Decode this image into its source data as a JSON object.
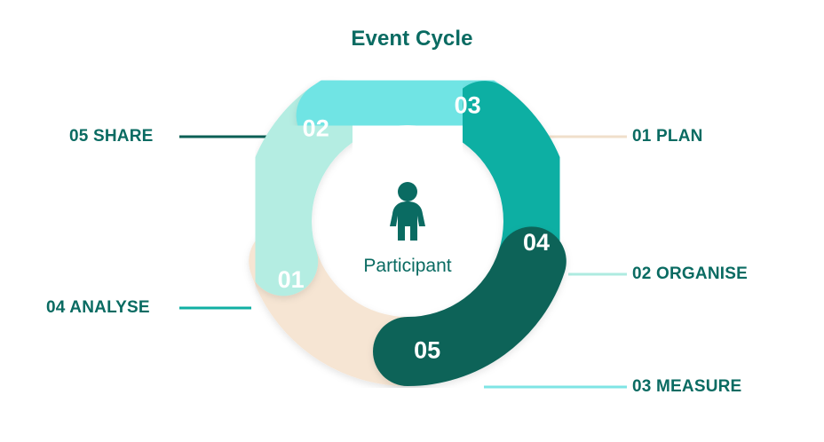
{
  "title": "Event Cycle",
  "center": {
    "label": "Participant",
    "icon": "person-icon",
    "color": "#0A6B62"
  },
  "chart_data": {
    "type": "pie",
    "title": "Event Cycle",
    "subtitle": "",
    "xlabel": "",
    "ylabel": "",
    "legend_position": "outside",
    "grid": false,
    "shape": "donut",
    "center_label": "Participant",
    "segment_count": 5,
    "segment_share_degrees": 72,
    "categories": [
      "01 PLAN",
      "02 ORGANISE",
      "03 MEASURE",
      "04 ANALYSE",
      "05 SHARE"
    ],
    "values": [
      20,
      20,
      20,
      20,
      20
    ],
    "colors": [
      "#F6E5D3",
      "#B4EDE2",
      "#6FE4E4",
      "#10AFA3",
      "#0A6459"
    ],
    "segments": [
      {
        "number": "01",
        "label": "01 PLAN",
        "name": "PLAN",
        "value": 20,
        "color": "#F6E5D3",
        "connector_color": "#F0DFCB",
        "side": "right",
        "num_angle_deg": 60,
        "start_deg": 0,
        "end_deg": 72
      },
      {
        "number": "02",
        "label": "02 ORGANISE",
        "name": "ORGANISE",
        "value": 20,
        "color": "#B4EDE2",
        "connector_color": "#AEEBE0",
        "side": "right",
        "num_angle_deg": 132,
        "start_deg": 72,
        "end_deg": 144
      },
      {
        "number": "03",
        "label": "03 MEASURE",
        "name": "MEASURE",
        "value": 20,
        "color": "#6FE4E4",
        "connector_color": "#7FE5E5",
        "side": "right",
        "num_angle_deg": 204,
        "start_deg": 144,
        "end_deg": 216
      },
      {
        "number": "04",
        "label": "04 ANALYSE",
        "name": "ANALYSE",
        "value": 20,
        "color": "#10AFA3",
        "connector_color": "#10AFA3",
        "side": "left",
        "num_angle_deg": 276,
        "start_deg": 216,
        "end_deg": 288
      },
      {
        "number": "05",
        "label": "05 SHARE",
        "name": "SHARE",
        "value": 20,
        "color": "#0A6459",
        "connector_color": "#0A5F55",
        "side": "left",
        "num_angle_deg": 348,
        "start_deg": 288,
        "end_deg": 360
      }
    ]
  },
  "labels": {
    "plan": "01 PLAN",
    "organise": "02 ORGANISE",
    "measure": "03 MEASURE",
    "analyse": "04 ANALYSE",
    "share": "05 SHARE"
  },
  "numbers": {
    "one": "01",
    "two": "02",
    "three": "03",
    "four": "04",
    "five": "05"
  }
}
